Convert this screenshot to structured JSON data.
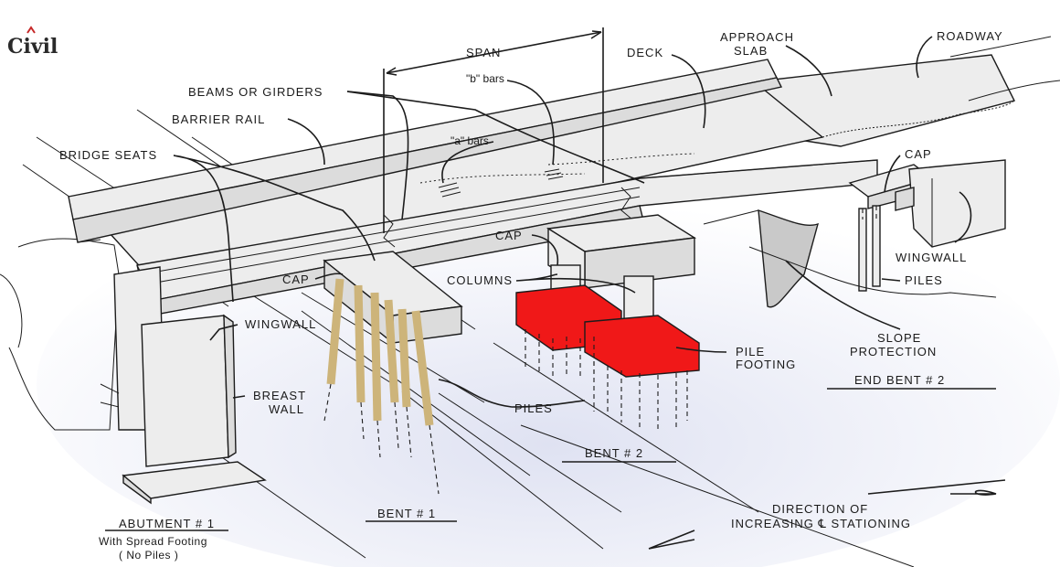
{
  "logo": {
    "text": "Civil",
    "accent_color": "#c62828"
  },
  "labels": {
    "span": "SPAN",
    "b_bars": "\"b\" bars",
    "a_bars": "\"a\" bars",
    "deck": "DECK",
    "approach_slab_1": "APPROACH",
    "approach_slab_2": "SLAB",
    "roadway": "ROADWAY",
    "beams_or_girders": "BEAMS OR GIRDERS",
    "barrier_rail": "BARRIER RAIL",
    "bridge_seats": "BRIDGE SEATS",
    "cap_top_right": "CAP",
    "cap_center": "CAP",
    "cap_left": "CAP",
    "columns": "COLUMNS",
    "wingwall_right": "WINGWALL",
    "piles_right": "PILES",
    "slope_protection_1": "SLOPE",
    "slope_protection_2": "PROTECTION",
    "pile_footing_1": "PILE",
    "pile_footing_2": "FOOTING",
    "wingwall_left": "WINGWALL",
    "breast_wall_1": "BREAST",
    "breast_wall_2": "WALL",
    "piles_center": "PILES",
    "end_bent_2": "END BENT # 2",
    "bent_2": "BENT # 2",
    "bent_1": "BENT # 1",
    "abutment_1": "ABUTMENT # 1",
    "abutment_sub_1": "With Spread Footing",
    "abutment_sub_2": "( No Piles )",
    "direction_1": "DIRECTION  OF",
    "direction_2": "INCREASING  ℄  STATIONING"
  },
  "colors": {
    "pile_footing": "#f01818",
    "piles_bent1": "#cdb47a",
    "background_tint": "#e8eaf4"
  }
}
